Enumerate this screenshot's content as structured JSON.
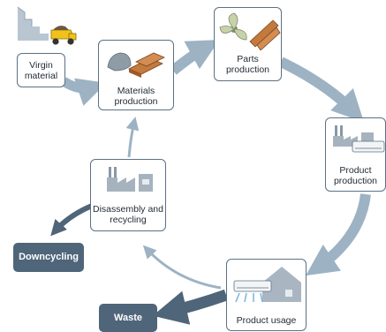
{
  "nodes": {
    "virgin": {
      "line1": "Virgin",
      "line2": "material"
    },
    "materials": {
      "line1": "Materials",
      "line2": "production"
    },
    "parts": {
      "line1": "Parts",
      "line2": "production"
    },
    "product_production": {
      "line1": "Product",
      "line2": "production"
    },
    "product_usage": {
      "line1": "Product usage"
    },
    "disassembly": {
      "line1": "Disassembly and",
      "line2": "recycling"
    }
  },
  "outputs": {
    "downcycling": "Downcycling",
    "waste": "Waste"
  },
  "colors": {
    "arrow": "#9db3c4",
    "dark_arrow": "#4f6579",
    "border": "#5b7184",
    "pill": "#4f6579"
  }
}
